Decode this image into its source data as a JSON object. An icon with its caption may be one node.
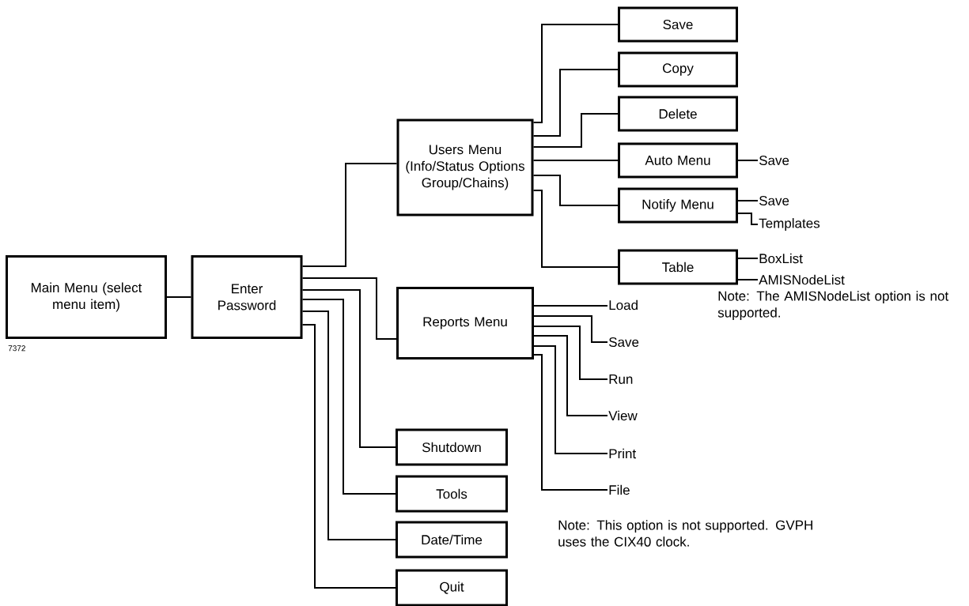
{
  "diagram": {
    "nodes": [
      {
        "text": [
          "Main Menu (select menu item)"
        ]
      },
      {
        "text": [
          "Enter Password"
        ]
      },
      {
        "text": [
          "Users Menu (Info/Status Options Group/Chains)"
        ]
      },
      {
        "text": [
          "Save"
        ]
      },
      {
        "text": [
          "Copy"
        ]
      },
      {
        "text": [
          "Delete"
        ]
      },
      {
        "text": [
          "Auto Menu"
        ]
      },
      {
        "text": [
          "Notify Menu"
        ]
      },
      {
        "text": [
          "Table"
        ]
      },
      {
        "text": [
          "Save"
        ]
      },
      {
        "text": [
          "Save"
        ]
      },
      {
        "text": [
          "Templates"
        ]
      },
      {
        "text": [
          "BoxList"
        ]
      },
      {
        "text": [
          "AMISNodeList"
        ]
      },
      {
        "text": [
          "Reports Menu"
        ]
      },
      {
        "text": [
          "Load"
        ]
      },
      {
        "text": [
          "Save"
        ]
      },
      {
        "text": [
          "Run"
        ]
      },
      {
        "text": [
          "View"
        ]
      },
      {
        "text": [
          "Print"
        ]
      },
      {
        "text": [
          "File"
        ]
      },
      {
        "text": [
          "Shutdown"
        ]
      },
      {
        "text": [
          "Tools"
        ]
      },
      {
        "text": [
          "Date/Time"
        ]
      },
      {
        "text": [
          "Quit"
        ]
      }
    ],
    "edges": [
      {
        "from": 0,
        "to": 1,
        "arrow": "none"
      },
      {
        "from": 1,
        "to": 2,
        "arrow": "none"
      },
      {
        "from": 2,
        "to": 3,
        "arrow": "none"
      },
      {
        "from": 2,
        "to": 4,
        "arrow": "none"
      },
      {
        "from": 2,
        "to": 5,
        "arrow": "none"
      },
      {
        "from": 2,
        "to": 6,
        "arrow": "none"
      },
      {
        "from": 2,
        "to": 7,
        "arrow": "none"
      },
      {
        "from": 2,
        "to": 8,
        "arrow": "none"
      },
      {
        "from": 6,
        "to": 9,
        "arrow": "none"
      },
      {
        "from": 7,
        "to": 10,
        "arrow": "none"
      },
      {
        "from": 7,
        "to": 11,
        "arrow": "none"
      },
      {
        "from": 8,
        "to": 12,
        "arrow": "none"
      },
      {
        "from": 8,
        "to": 13,
        "arrow": "none"
      },
      {
        "from": 1,
        "to": 14,
        "arrow": "none"
      },
      {
        "from": 14,
        "to": 15,
        "arrow": "none"
      },
      {
        "from": 14,
        "to": 16,
        "arrow": "none"
      },
      {
        "from": 14,
        "to": 17,
        "arrow": "none"
      },
      {
        "from": 14,
        "to": 18,
        "arrow": "none"
      },
      {
        "from": 14,
        "to": 19,
        "arrow": "none"
      },
      {
        "from": 14,
        "to": 20,
        "arrow": "none"
      },
      {
        "from": 1,
        "to": 21,
        "arrow": "none"
      },
      {
        "from": 1,
        "to": 22,
        "arrow": "none"
      },
      {
        "from": 1,
        "to": 23,
        "arrow": "none"
      },
      {
        "from": 1,
        "to": 24,
        "arrow": "none"
      }
    ],
    "labels": [
      "7372",
      "Note:  The AMISNodeList option is not supported.",
      "Note: This option is not supported. GVPH uses the CIX40 clock."
    ]
  }
}
